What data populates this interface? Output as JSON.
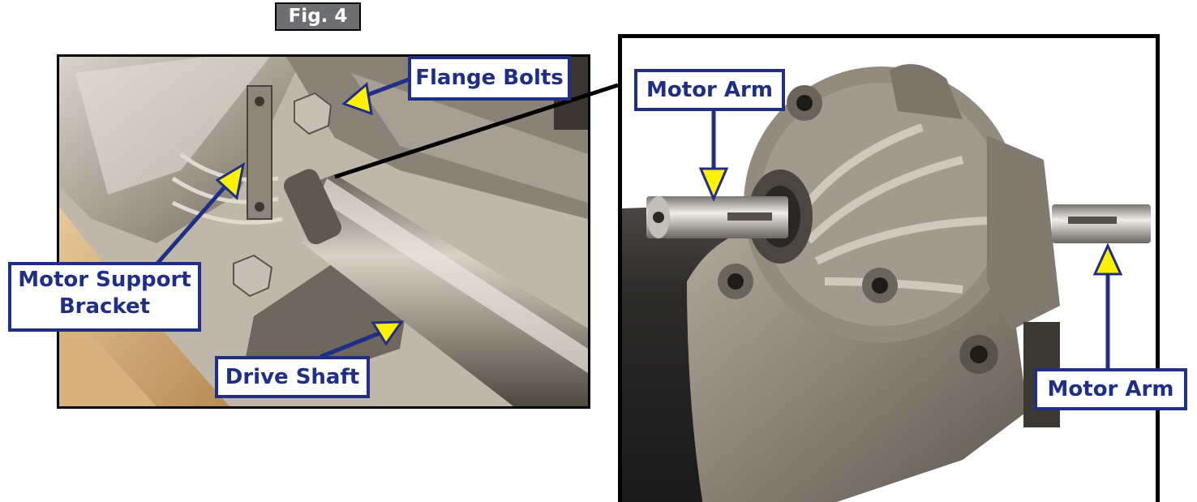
{
  "figure": {
    "label": "Fig. 4"
  },
  "callouts": {
    "flange_bolts": "Flange Bolts",
    "motor_support_bracket": "Motor Support Bracket",
    "drive_shaft": "Drive Shaft",
    "motor_arm_left": "Motor Arm",
    "motor_arm_right": "Motor Arm"
  },
  "colors": {
    "callout_blue": "#1f2f86",
    "arrow_yellow": "#fff200",
    "tab_gray": "#6d6e71",
    "metal": "#8c8376",
    "wood": "#c9a46f"
  }
}
